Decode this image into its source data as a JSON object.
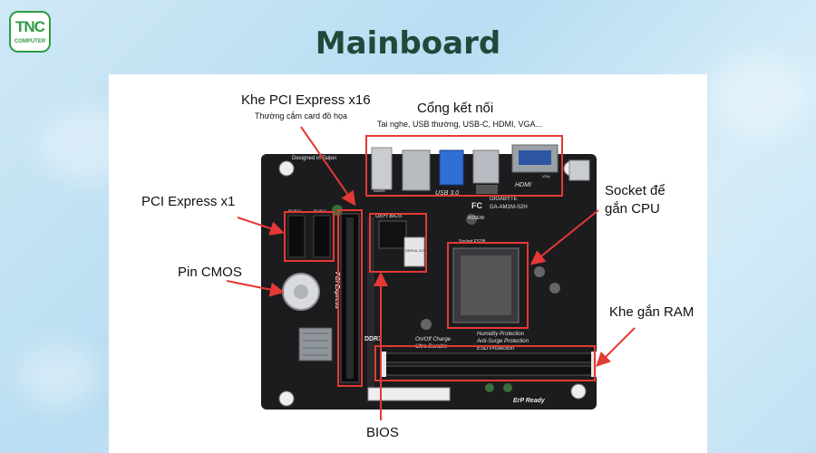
{
  "logo": {
    "text": "TNC",
    "subtext": "COMPUTER"
  },
  "title": "Mainboard",
  "labels": {
    "pcie_x16": "Khe PCI Express x16",
    "pcie_x16_sub": "Thường cắm card đồ họa",
    "ports": "Cổng kết nối",
    "ports_sub": "Tai nghe, USB thường, USB-C, HDMI, VGA...",
    "pcie_x1": "PCI Express x1",
    "socket_line1": "Socket để",
    "socket_line2": "gắn CPU",
    "cmos": "Pin CMOS",
    "ram": "Khe gắn RAM",
    "bios": "BIOS"
  },
  "board_text": {
    "designed": "Designed in Taipei",
    "usb30": "USB 3.0",
    "hdmi": "HDMI",
    "gigabyte": "GIGABYTE",
    "model": "GA-AM1M-S2H",
    "fc": "FC",
    "socket": "Socket FS1B",
    "uefi": "UEFI BIOS",
    "pcie_text": "PCI Express",
    "ddr3": "DDR3",
    "onoff": "On/Off Charge",
    "ultra": "Ultra Durable",
    "humidity": "Humidity Protection",
    "antisurge": "Anti-Surge Protection",
    "esd": "ESD Protection",
    "erp": "ErP Ready",
    "audio": "AUDIO",
    "vga": "VGA",
    "pciex1_a": "PCIEX1",
    "pciex1_b": "PCIEX1",
    "assem": "ASSEM:",
    "serial_ata": "SERIAL ATA"
  },
  "colors": {
    "annotation": "#e53935",
    "title": "#1f4a3a",
    "logo": "#2f9c46",
    "board": "#1c1c1e"
  }
}
